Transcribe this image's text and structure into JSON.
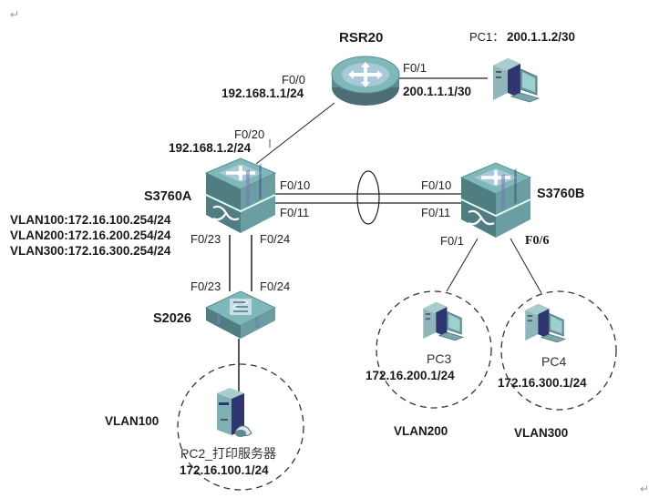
{
  "paragraph_marks": {
    "top": "↵",
    "bottom": "↵"
  },
  "devices": {
    "router": {
      "name": "RSR20",
      "type": "router"
    },
    "pc1": {
      "name": "PC1：",
      "ip": "200.1.1.2/30",
      "type": "pc"
    },
    "s3760a": {
      "name": "S3760A",
      "type": "l3-switch"
    },
    "s3760b": {
      "name": "S3760B",
      "type": "l3-switch"
    },
    "s2026": {
      "name": "S2026",
      "type": "l2-switch"
    },
    "pc2": {
      "name": "PC2_打印服务器",
      "ip": "172.16.100.1/24",
      "type": "server"
    },
    "pc3": {
      "name": "PC3",
      "ip": "172.16.200.1/24",
      "type": "pc"
    },
    "pc4": {
      "name": "PC4",
      "ip": "172.16.300.1/24",
      "type": "pc"
    }
  },
  "interfaces": {
    "router_f00": {
      "port": "F0/0",
      "ip": "192.168.1.1/24"
    },
    "router_f01": {
      "port": "F0/1",
      "ip": "200.1.1.1/30"
    },
    "s3760a_f020": {
      "port": "F0/20",
      "ip": "192.168.1.2/24"
    },
    "s3760a_f010": {
      "port": "F0/10"
    },
    "s3760a_f011": {
      "port": "F0/11"
    },
    "s3760a_f023": {
      "port": "F0/23"
    },
    "s3760a_f024": {
      "port": "F0/24"
    },
    "s3760b_f010": {
      "port": "F0/10"
    },
    "s3760b_f011": {
      "port": "F0/11"
    },
    "s3760b_f01": {
      "port": "F0/1"
    },
    "s3760b_f06": {
      "port": "F0/6"
    },
    "s2026_f023": {
      "port": "F0/23"
    },
    "s2026_f024": {
      "port": "F0/24"
    }
  },
  "svi": [
    "VLAN100:172.16.100.254/24",
    "VLAN200:172.16.200.254/24",
    "VLAN300:172.16.300.254/24"
  ],
  "vlans": {
    "vlan100": "VLAN100",
    "vlan200": "VLAN200",
    "vlan300": "VLAN300"
  },
  "colors": {
    "device_teal": "#6fa8a8",
    "device_dark": "#3f5f66",
    "device_purple": "#7a7fb0",
    "pc_navy": "#2e3570",
    "line": "#222222",
    "dashed": "#333333"
  }
}
